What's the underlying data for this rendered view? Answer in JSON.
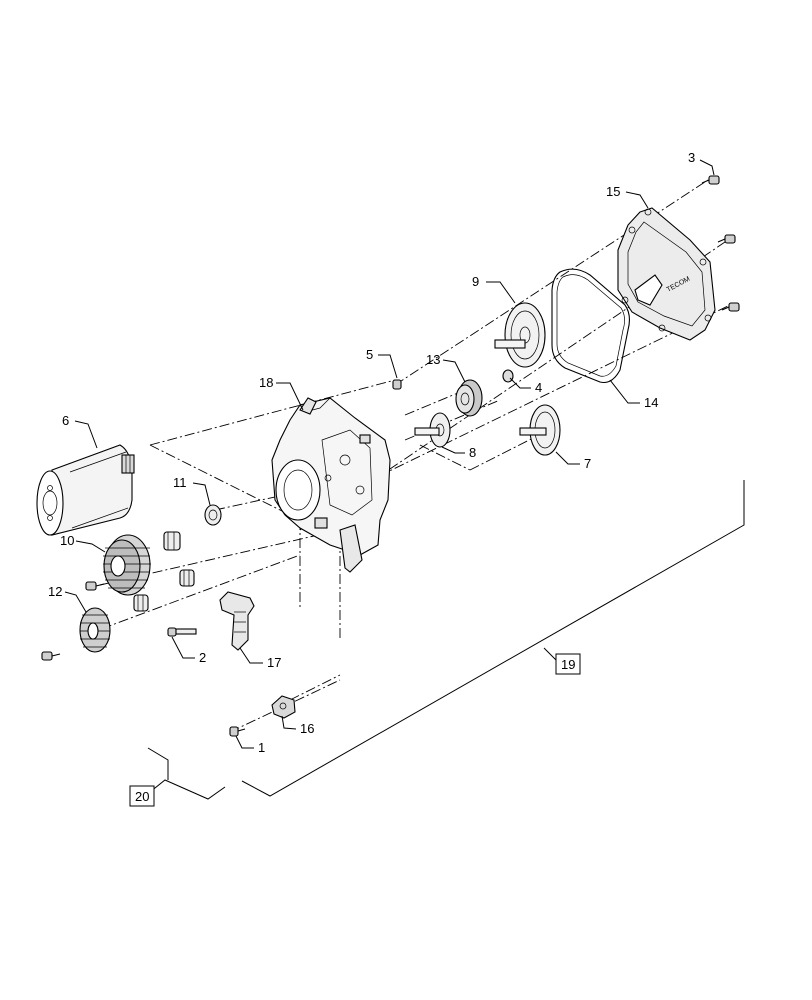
{
  "diagram": {
    "callouts": [
      {
        "id": "c1",
        "text": "1"
      },
      {
        "id": "c2",
        "text": "2"
      },
      {
        "id": "c3",
        "text": "3"
      },
      {
        "id": "c4",
        "text": "4"
      },
      {
        "id": "c5",
        "text": "5"
      },
      {
        "id": "c6",
        "text": "6"
      },
      {
        "id": "c7",
        "text": "7"
      },
      {
        "id": "c8",
        "text": "8"
      },
      {
        "id": "c9",
        "text": "9"
      },
      {
        "id": "c10",
        "text": "10"
      },
      {
        "id": "c11",
        "text": "11"
      },
      {
        "id": "c12",
        "text": "12"
      },
      {
        "id": "c13",
        "text": "13"
      },
      {
        "id": "c14",
        "text": "14"
      },
      {
        "id": "c15",
        "text": "15"
      },
      {
        "id": "c16",
        "text": "16"
      },
      {
        "id": "c17",
        "text": "17"
      },
      {
        "id": "c18",
        "text": "18"
      }
    ],
    "boxed_callouts": [
      {
        "id": "b19",
        "text": "19"
      },
      {
        "id": "b20",
        "text": "20"
      }
    ],
    "cover_label": "TECOM"
  }
}
